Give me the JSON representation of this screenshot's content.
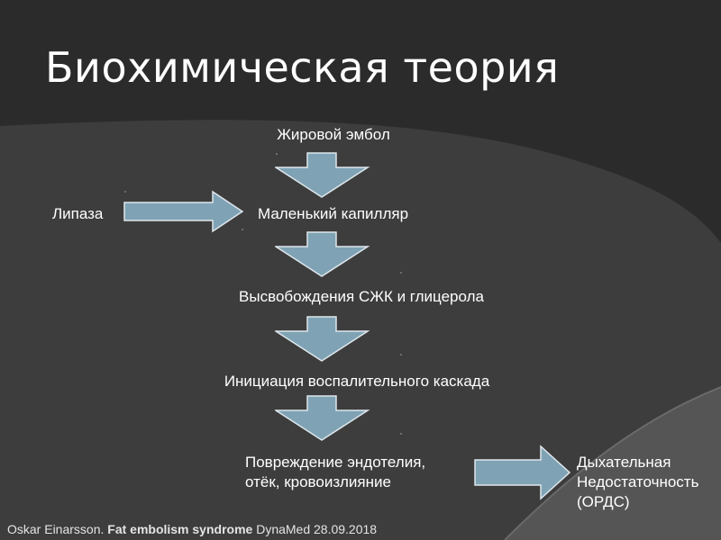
{
  "slide": {
    "title": "Биохимическая теория",
    "nodes": {
      "fat_embolus": "Жировой эмбол",
      "lipase": "Липаза",
      "small_capillary": "Маленький капилляр",
      "ffa_release": "Высвобождения СЖК и глицерола",
      "inflammation": "Инициация воспалительного каскада",
      "endothelium_damage": "Повреждение эндотелия,\n отёк, кровоизлияние",
      "respiratory_failure": "Дыхательная\nНедостаточность\n (ОРДС)"
    },
    "footer": {
      "author": "Oskar Einarsson. ",
      "article": "Fat embolism syndrome",
      "source": " DynaMed 28.09.2018"
    }
  },
  "colors": {
    "background": "#3d3d3d",
    "upper_panel": "#2e2e2e",
    "lower_panel": "#4e4e4e",
    "arrow_fill": "#7fa3b5",
    "arrow_stroke": "#dfe7ec",
    "text": "#ffffff"
  }
}
